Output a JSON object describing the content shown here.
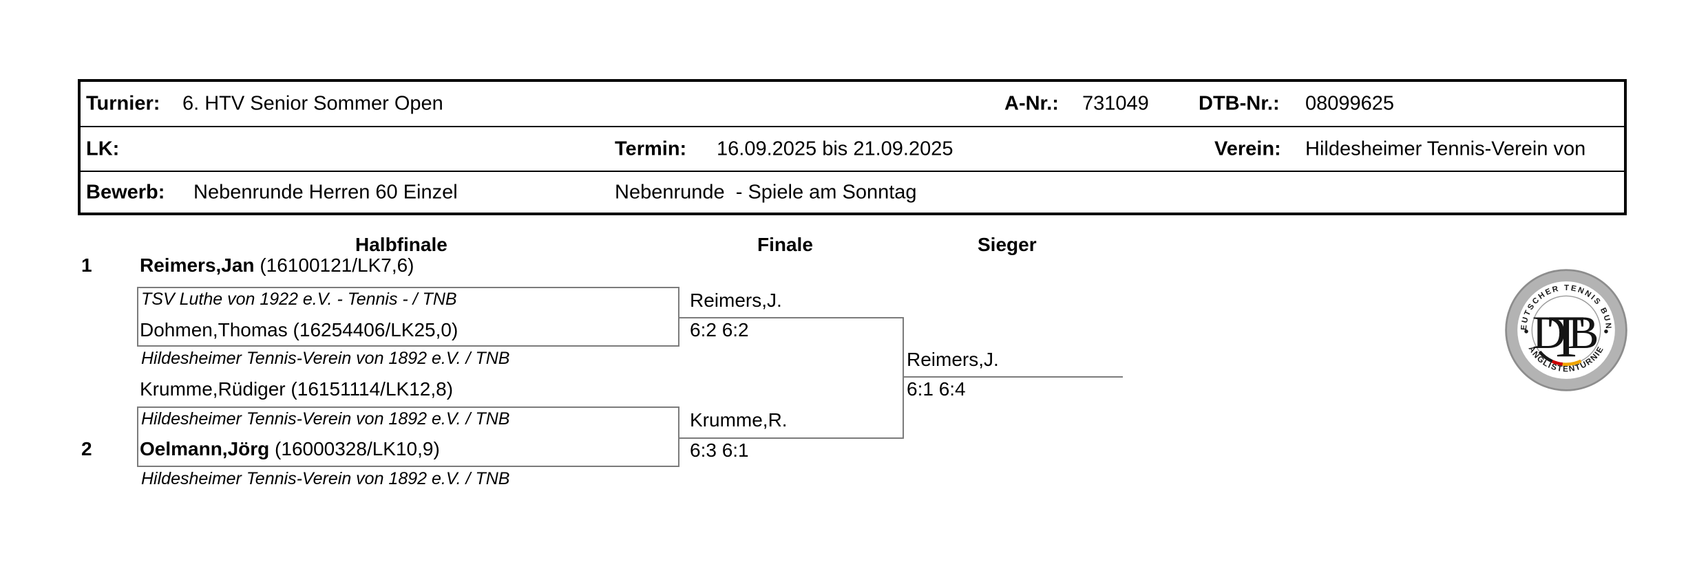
{
  "info_table": {
    "turnier_label": "Turnier:",
    "turnier": "6. HTV Senior Sommer Open",
    "anr_label": "A-Nr.:",
    "anr": "731049",
    "dtbnr_label": "DTB-Nr.:",
    "dtbnr": "08099625",
    "lk_label": "LK:",
    "termin_label": "Termin:",
    "termin": "16.09.2025 bis 21.09.2025",
    "verein_label": "Verein:",
    "verein": "Hildesheimer Tennis-Verein von",
    "bewerb_label": "Bewerb:",
    "bewerb": "Nebenrunde Herren 60 Einzel",
    "nebenrunde_note": "Nebenrunde  - Spiele am Sonntag"
  },
  "bracket": {
    "round_headers": [
      "Halbfinale",
      "Finale",
      "Sieger"
    ],
    "players": [
      {
        "seed": "1",
        "name": "Reimers,Jan",
        "id": " (16100121/LK7,6)",
        "club": "TSV Luthe von 1922 e.V. - Tennis - / TNB"
      },
      {
        "seed": "",
        "name": "Dohmen,Thomas",
        "id": " (16254406/LK25,0)",
        "club": "Hildesheimer Tennis-Verein von 1892 e.V. / TNB"
      },
      {
        "seed": "",
        "name": "Krumme,Rüdiger",
        "id": " (16151114/LK12,8)",
        "club": "Hildesheimer Tennis-Verein von 1892 e.V. / TNB"
      },
      {
        "seed": "2",
        "name": "Oelmann,Jörg",
        "id": " (16000328/LK10,9)",
        "club": "Hildesheimer Tennis-Verein von 1892 e.V. / TNB"
      }
    ],
    "semifinal1": {
      "winner": "Reimers,J.",
      "score": "6:2 6:2"
    },
    "semifinal2": {
      "winner": "Krumme,R.",
      "score": "6:3 6:1"
    },
    "final": {
      "winner": "Reimers,J.",
      "score": "6:1 6:4"
    }
  },
  "logo": {
    "top_text": "DEUTSCHER TENNIS BUND",
    "monogram": "DTB",
    "monogram_d": "D",
    "monogram_t": "T",
    "monogram_b": "B",
    "bottom_text": "RANGLISTENTURNIER",
    "ring_color": "#b3b3b3",
    "flag_black": "#181818",
    "flag_red": "#cc0000",
    "flag_gold": "#f0a500"
  }
}
